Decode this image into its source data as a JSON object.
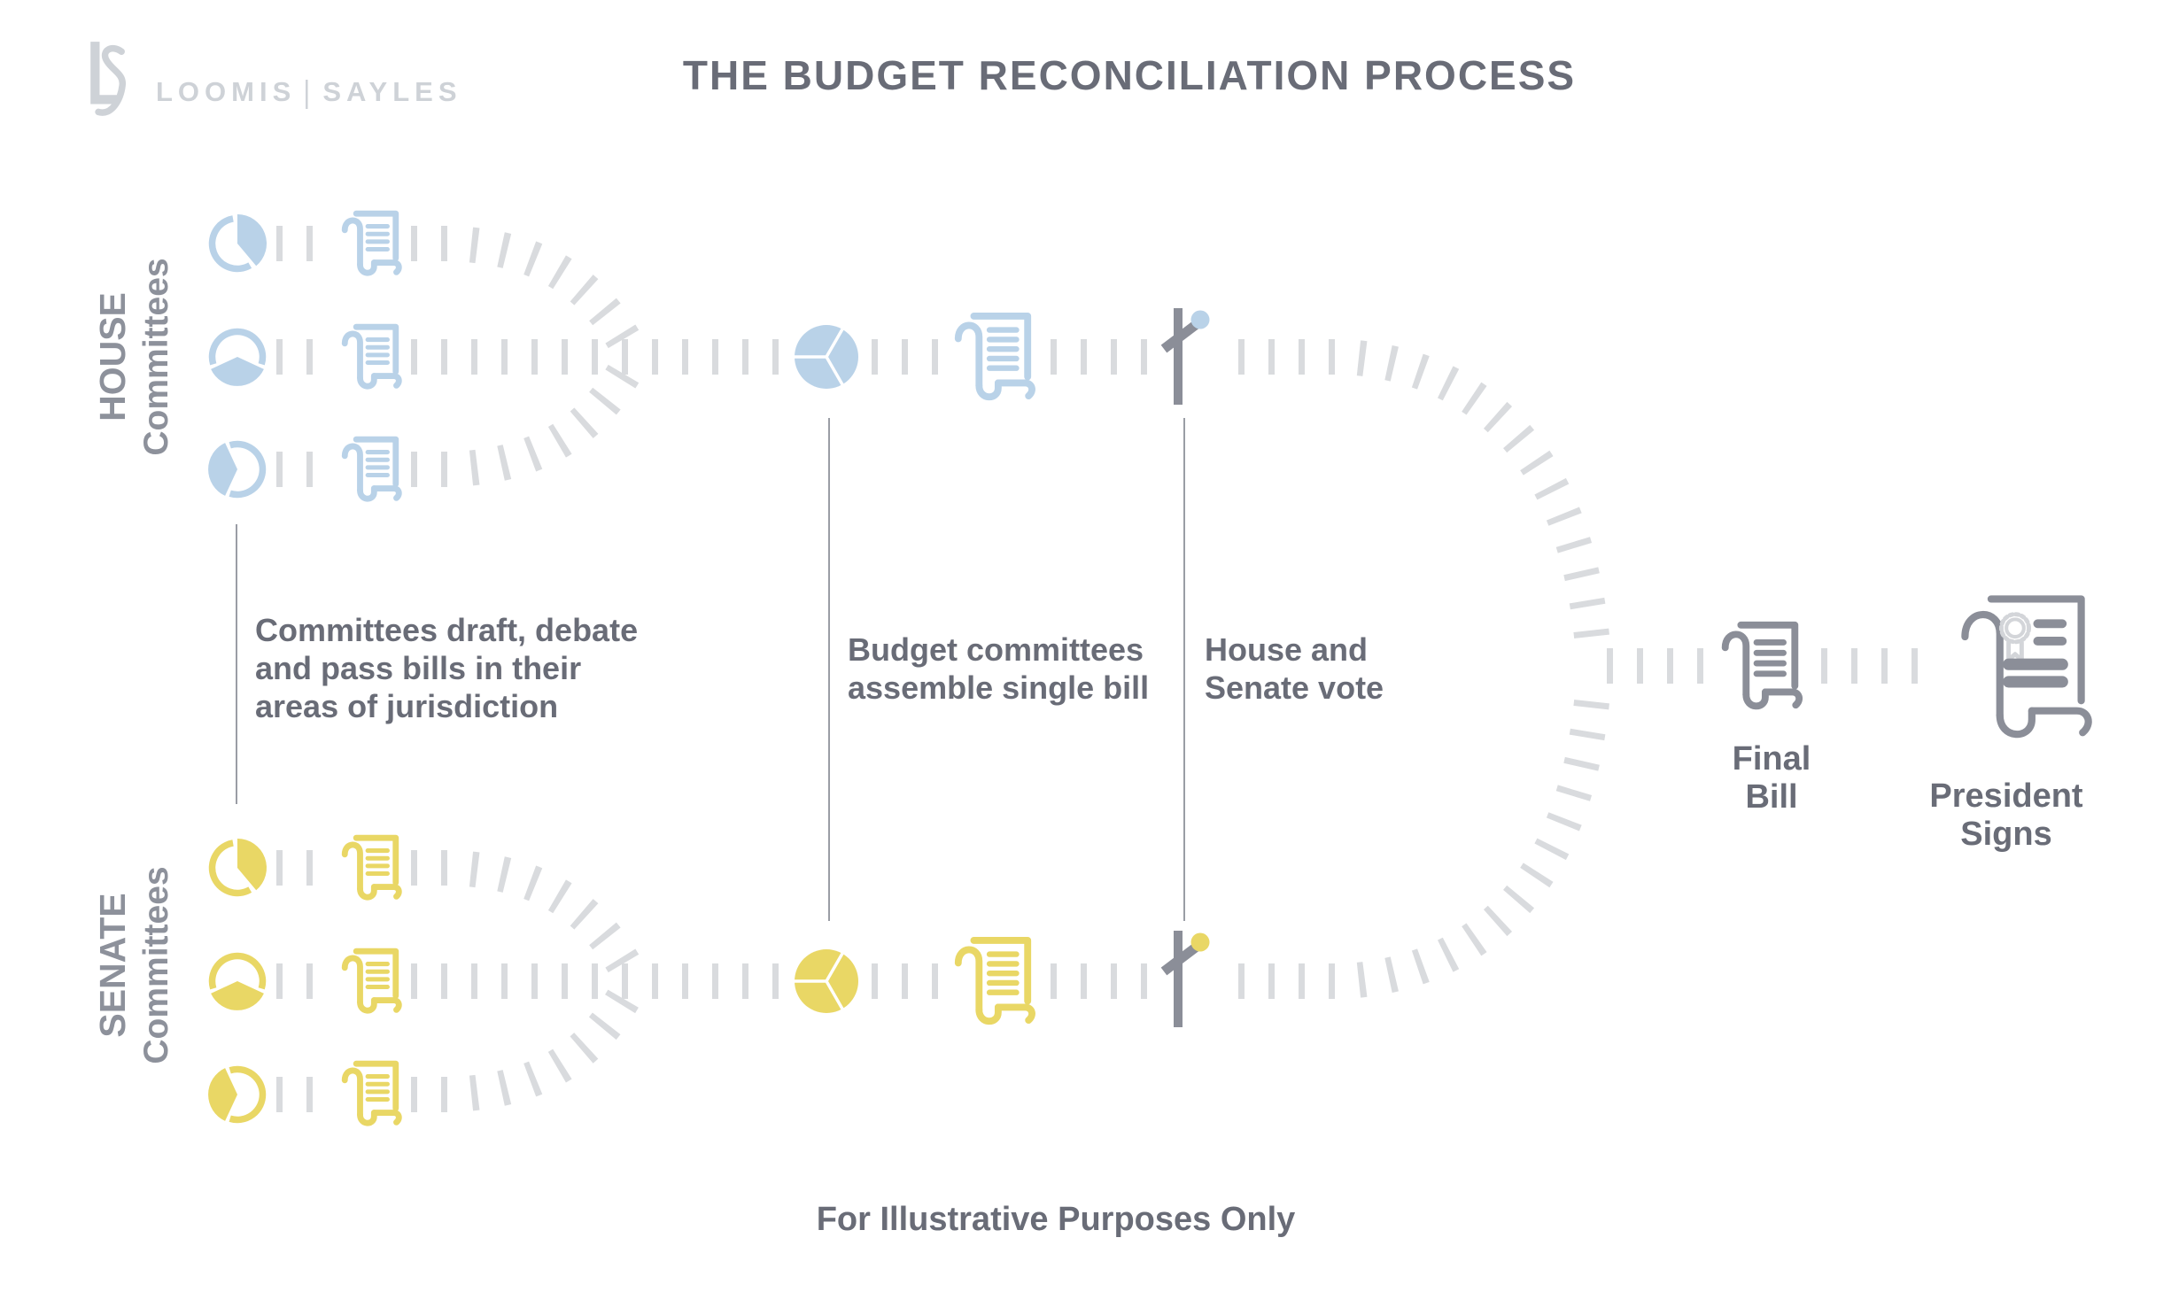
{
  "colors": {
    "blue": "#b9d2e8",
    "yellow": "#e9d765",
    "dash": "#d9dbde",
    "icon": "#8b8e98",
    "text": "#696c77",
    "label": "#8d919b",
    "logo": "#ced2d7",
    "ribbon": "#d3d5d9",
    "divider": "#9a9da5"
  },
  "header": {
    "logo": {
      "name_left": "LOOMIS",
      "separator": "|",
      "name_right": "SAYLES"
    },
    "title": "THE BUDGET RECONCILIATION PROCESS"
  },
  "house": {
    "label_line1": "HOUSE",
    "label_line2": "Committees"
  },
  "senate": {
    "label_line1": "SENATE",
    "label_line2": "Committees"
  },
  "annotations": {
    "draft": {
      "line1": "Committees draft, debate",
      "line2": "and pass bills in their",
      "line3": "areas of jurisdiction"
    },
    "assemble": {
      "line1": "Budget committees",
      "line2": "assemble single bill"
    },
    "vote": {
      "line1": "House and",
      "line2": "Senate vote"
    },
    "final_bill": {
      "line1": "Final",
      "line2": "Bill"
    },
    "president": {
      "line1": "President",
      "line2": "Signs"
    }
  },
  "footer": {
    "disclaimer": "For Illustrative Purposes Only"
  }
}
